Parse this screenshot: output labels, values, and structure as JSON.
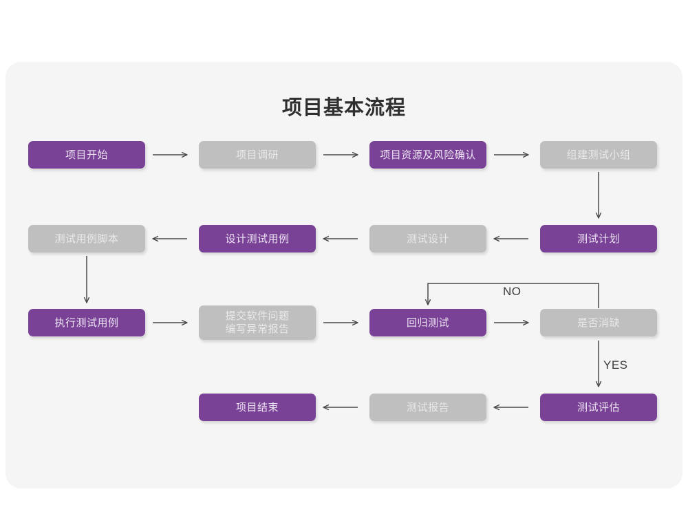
{
  "page": {
    "title": "项目基本流程",
    "canvas_bg": "#f5f5f5",
    "page_bg": "#ffffff",
    "accent_purple": "#7a4296",
    "accent_gray": "#bfbfbf",
    "arrow_color": "#4a4a4a"
  },
  "nodes": [
    {
      "id": "n1",
      "label": "项目开始",
      "style": "purple",
      "row": 1,
      "col": 1
    },
    {
      "id": "n2",
      "label": "项目调研",
      "style": "gray",
      "row": 1,
      "col": 2
    },
    {
      "id": "n3",
      "label": "项目资源及风险确认",
      "style": "purple",
      "row": 1,
      "col": 3
    },
    {
      "id": "n4",
      "label": "组建测试小组",
      "style": "gray",
      "row": 1,
      "col": 4
    },
    {
      "id": "n5",
      "label": "测试用例脚本",
      "style": "gray",
      "row": 2,
      "col": 1
    },
    {
      "id": "n6",
      "label": "设计测试用例",
      "style": "purple",
      "row": 2,
      "col": 2
    },
    {
      "id": "n7",
      "label": "测试设计",
      "style": "gray",
      "row": 2,
      "col": 3
    },
    {
      "id": "n8",
      "label": "测试计划",
      "style": "purple",
      "row": 2,
      "col": 4
    },
    {
      "id": "n9",
      "label": "执行测试用例",
      "style": "purple",
      "row": 3,
      "col": 1
    },
    {
      "id": "n10",
      "label": "提交软件问题\n编写异常报告",
      "style": "gray",
      "row": 3,
      "col": 2
    },
    {
      "id": "n11",
      "label": "回归测试",
      "style": "purple",
      "row": 3,
      "col": 3
    },
    {
      "id": "n12",
      "label": "是否消缺",
      "style": "gray",
      "row": 3,
      "col": 4
    },
    {
      "id": "n13",
      "label": "项目结束",
      "style": "purple",
      "row": 4,
      "col": 2
    },
    {
      "id": "n14",
      "label": "测试报告",
      "style": "gray",
      "row": 4,
      "col": 3
    },
    {
      "id": "n15",
      "label": "测试评估",
      "style": "purple",
      "row": 4,
      "col": 4
    }
  ],
  "edge_labels": {
    "no": "NO",
    "yes": "YES"
  },
  "edges": [
    {
      "from": "n1",
      "to": "n2",
      "dir": "right"
    },
    {
      "from": "n2",
      "to": "n3",
      "dir": "right"
    },
    {
      "from": "n3",
      "to": "n4",
      "dir": "right"
    },
    {
      "from": "n4",
      "to": "n8",
      "dir": "down"
    },
    {
      "from": "n8",
      "to": "n7",
      "dir": "left"
    },
    {
      "from": "n7",
      "to": "n6",
      "dir": "left"
    },
    {
      "from": "n6",
      "to": "n5",
      "dir": "left"
    },
    {
      "from": "n5",
      "to": "n9",
      "dir": "down"
    },
    {
      "from": "n9",
      "to": "n10",
      "dir": "right"
    },
    {
      "from": "n10",
      "to": "n11",
      "dir": "right"
    },
    {
      "from": "n11",
      "to": "n12",
      "dir": "right"
    },
    {
      "from": "n12",
      "to": "n11",
      "dir": "loop-up",
      "label": "NO"
    },
    {
      "from": "n12",
      "to": "n15",
      "dir": "down",
      "label": "YES"
    },
    {
      "from": "n15",
      "to": "n14",
      "dir": "left"
    },
    {
      "from": "n14",
      "to": "n13",
      "dir": "left"
    }
  ]
}
